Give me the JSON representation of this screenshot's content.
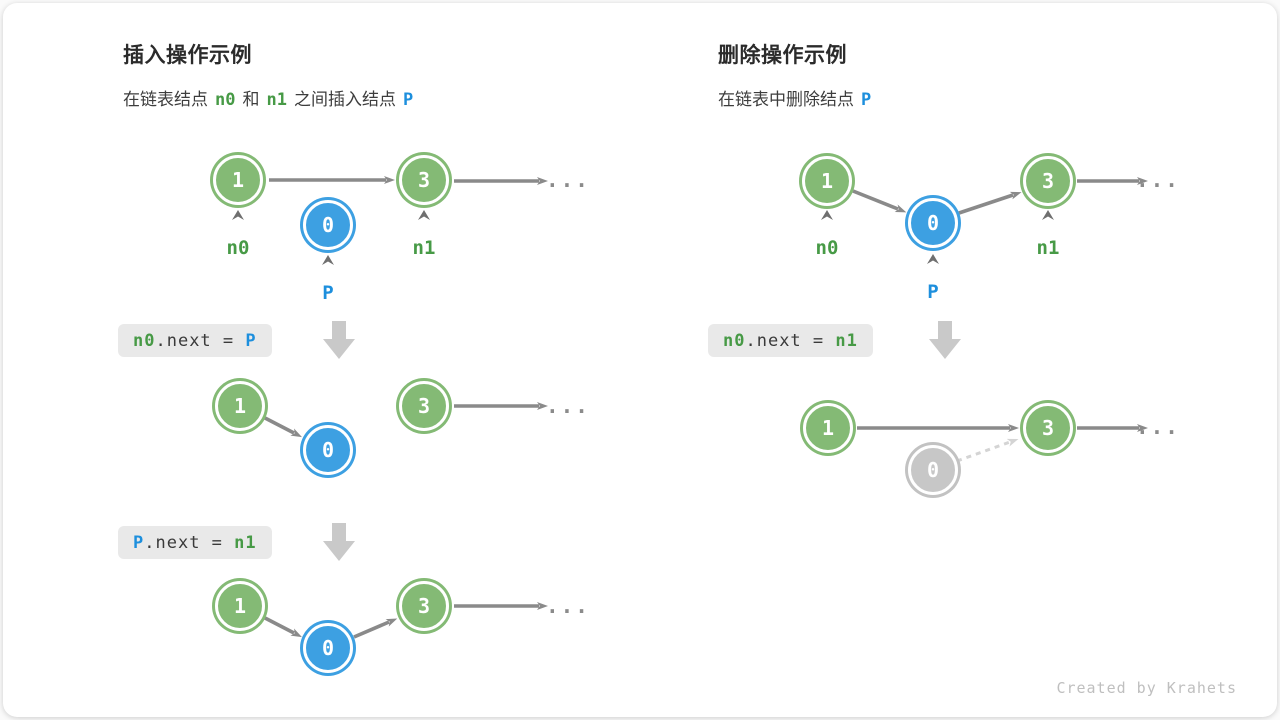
{
  "colors": {
    "node_green": "#84ba75",
    "node_blue": "#3da0e2",
    "node_gray": "#c7c7c7",
    "label_green": "#479a46",
    "label_blue": "#1d8fdd",
    "arrow_gray": "#8a8a8a",
    "arrow_light": "#d4d4d4",
    "code_bg": "#e9e9e9",
    "block_arrow": "#c9c9c9"
  },
  "left": {
    "title": "插入操作示例",
    "subtitle": {
      "part1": "在链表结点",
      "n0": "n0",
      "part2": "和",
      "n1": "n1",
      "part3": "之间插入结点",
      "p": "P"
    },
    "code1": {
      "lhs": "n0",
      "mid": ".next = ",
      "rhs": "P"
    },
    "code2": {
      "lhs": "P",
      "mid": ".next = ",
      "rhs": "n1"
    },
    "fig1": {
      "node1": "1",
      "nodeP": "0",
      "node3": "3",
      "label_n0": "n0",
      "label_n1": "n1",
      "label_p": "P",
      "ellipsis": "..."
    },
    "fig2": {
      "node1": "1",
      "nodeP": "0",
      "node3": "3",
      "ellipsis": "..."
    },
    "fig3": {
      "node1": "1",
      "nodeP": "0",
      "node3": "3",
      "ellipsis": "..."
    }
  },
  "right": {
    "title": "删除操作示例",
    "subtitle": {
      "part1": "在链表中删除结点",
      "p": "P"
    },
    "code1": {
      "lhs": "n0",
      "mid": ".next = ",
      "rhs": "n1"
    },
    "fig1": {
      "node1": "1",
      "nodeP": "0",
      "node3": "3",
      "label_n0": "n0",
      "label_n1": "n1",
      "label_p": "P",
      "ellipsis": "..."
    },
    "fig2": {
      "node1": "1",
      "nodeP": "0",
      "node3": "3",
      "ellipsis": "..."
    }
  },
  "watermark": "Created by Krahets"
}
